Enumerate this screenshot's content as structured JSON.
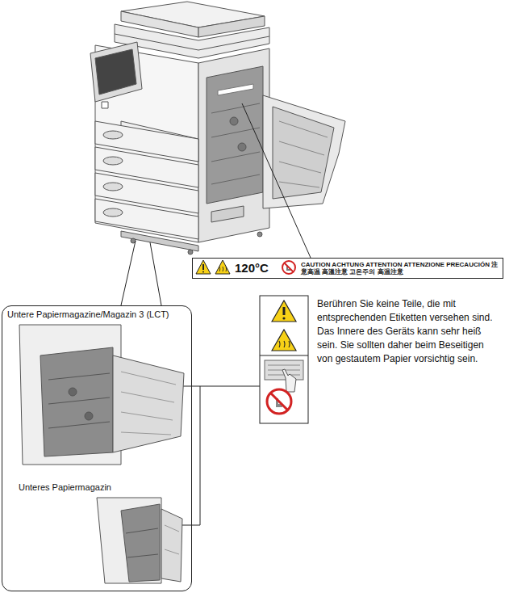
{
  "diagram": {
    "nodes": [
      {
        "text": [
          "120°C",
          "CAUTION ACHTUNG ATTENTION ATTENZIONE PRECAUCIÓN 注意高温 高溫注意 고온주의 高温注意"
        ]
      },
      {
        "text": [
          "Untere Papiermagazine/Magazin 3 (LCT)",
          "Unteres Papiermagazin"
        ]
      }
    ],
    "labels": [
      "Berühren Sie keine Teile, die mit entsprechenden Etiketten versehen sind. Das Innere des Geräts kann sehr heiß sein. Sie sollten daher beim Beseitigen von gestautem Papier vorsichtig sein."
    ]
  }
}
